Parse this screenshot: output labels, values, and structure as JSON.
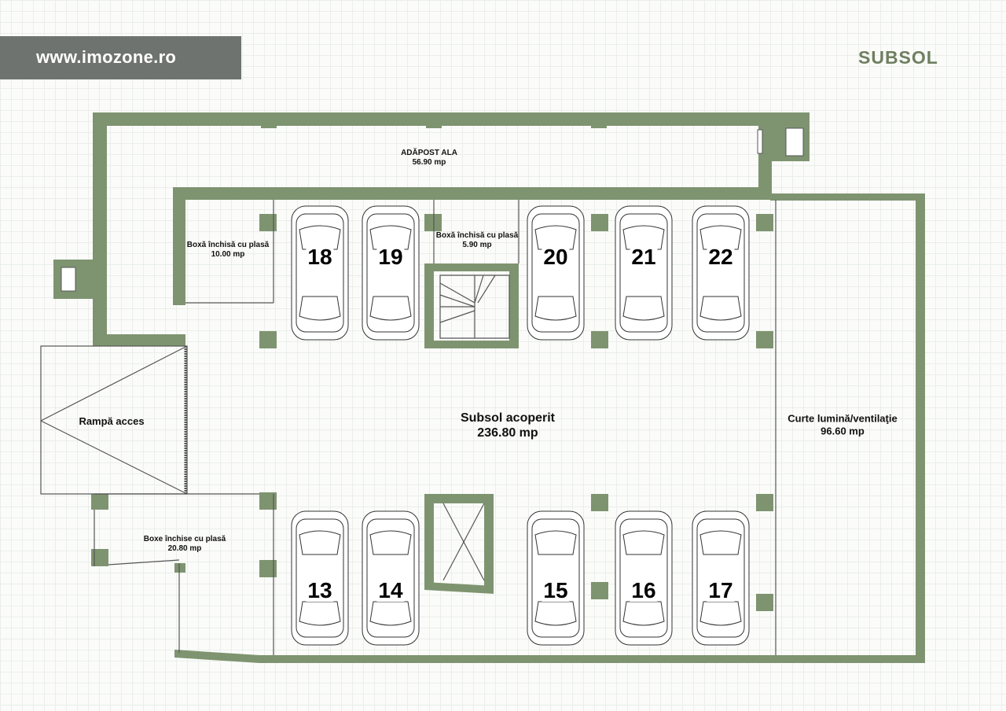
{
  "header": {
    "website": "www.imozone.ro",
    "level_title": "SUBSOL"
  },
  "colors": {
    "wall": "#7e9470",
    "banner": "#6f736f"
  },
  "rooms": {
    "shelter": {
      "name": "ADĂPOST ALA",
      "area": "56.90 mp"
    },
    "box_large": {
      "name": "Boxă închisă cu plasă",
      "area": "10.00 mp"
    },
    "box_small": {
      "name": "Boxă închisă cu plasă",
      "area": "5.90 mp"
    },
    "ramp": {
      "name": "Rampă acces"
    },
    "parking": {
      "name": "Subsol acoperit",
      "area": "236.80 mp"
    },
    "courtyard": {
      "name": "Curte lumină/ventilaţie",
      "area": "96.60 mp"
    },
    "boxes_bottom": {
      "name": "Boxe închise cu plasă",
      "area": "20.80 mp"
    }
  },
  "parking_spots": {
    "top": [
      "18",
      "19",
      "20",
      "21",
      "22"
    ],
    "bottom": [
      "13",
      "14",
      "15",
      "16",
      "17"
    ]
  }
}
